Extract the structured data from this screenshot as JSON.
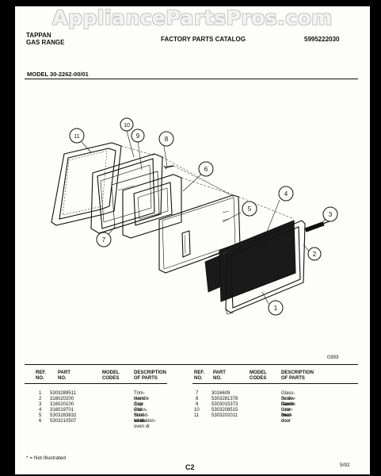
{
  "watermark": "AppliancePartsPros.com",
  "header": {
    "brand": "TAPPAN",
    "product": "GAS RANGE",
    "catalog": "FACTORY PARTS CATALOG",
    "catalog_number": "5995222030"
  },
  "model": "MODEL 30-2262-00/01",
  "callouts": [
    "1",
    "2",
    "3",
    "4",
    "5",
    "6",
    "7",
    "8",
    "9",
    "10",
    "11"
  ],
  "figure_code": "0393",
  "table_headers": {
    "ref_1": "REF.",
    "ref_2": "NO.",
    "part_1": "PART",
    "part_2": "NO.",
    "model_1": "MODEL",
    "model_2": "CODES",
    "desc_1": "DESCRIPTION",
    "desc_2": "OF PARTS"
  },
  "parts_left": [
    {
      "ref": "1",
      "part": "5303289511",
      "desc": "Trim-oven door"
    },
    {
      "ref": "2",
      "part": "316020200",
      "desc": "Handle"
    },
    {
      "ref": "3",
      "part": "316020100",
      "desc": "Cap-end"
    },
    {
      "ref": "4",
      "part": "316019701",
      "desc": "Glass-front-white"
    },
    {
      "ref": "5",
      "part": "5303283832",
      "desc": "Shield-wool"
    },
    {
      "ref": "6",
      "part": "5303210507",
      "desc": "Insulation-oven dr"
    }
  ],
  "parts_right": [
    {
      "ref": "7",
      "part": "3016609",
      "desc": "Glass-ov dr-rear"
    },
    {
      "ref": "8",
      "part": "5303281378",
      "desc": "Screw-handle"
    },
    {
      "ref": "9",
      "part": "5303015373",
      "desc": "Cover-door liner"
    },
    {
      "ref": "10",
      "part": "5303208515",
      "desc": "Liner-oven door"
    },
    {
      "ref": "11",
      "part": "5303202011",
      "desc": "Seal-door"
    }
  ],
  "footer": {
    "note": "* = Not Illustrated",
    "page": "C2",
    "date": "5/92"
  }
}
